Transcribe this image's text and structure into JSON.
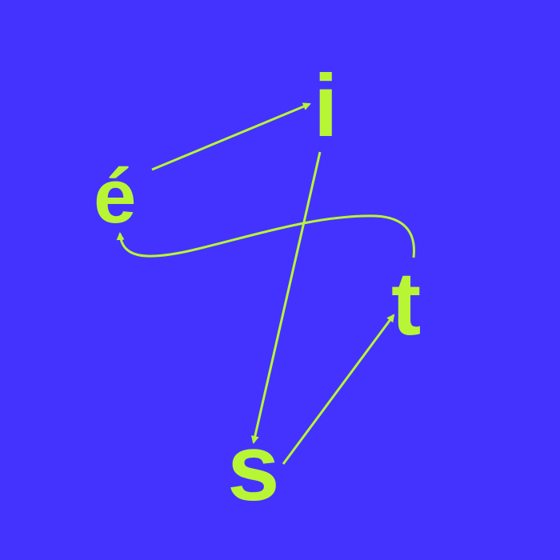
{
  "colors": {
    "background": "#4433ff",
    "foreground": "#b8f535"
  },
  "letters": {
    "e": "é",
    "i": "i",
    "t": "t",
    "s": "s"
  },
  "arrows": [
    {
      "from": "é",
      "to": "i",
      "shape": "straight"
    },
    {
      "from": "i",
      "to": "s",
      "shape": "straight"
    },
    {
      "from": "s",
      "to": "t",
      "shape": "straight"
    },
    {
      "from": "t",
      "to": "é",
      "shape": "curved"
    }
  ]
}
